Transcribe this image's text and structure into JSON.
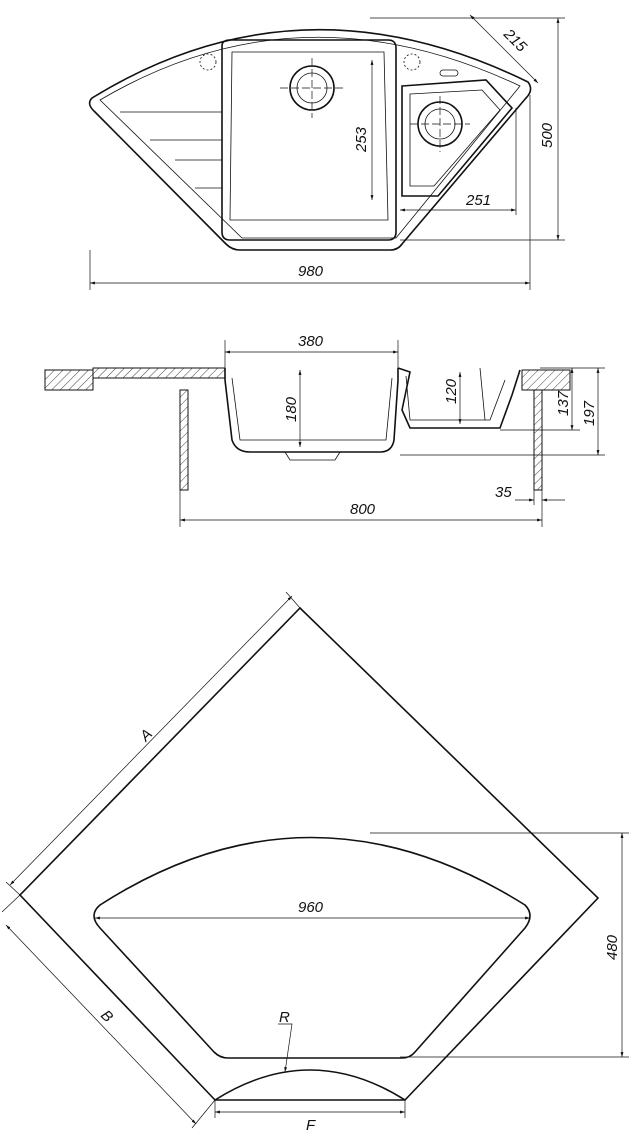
{
  "top_view": {
    "dim_width": "980",
    "dim_depth": "500",
    "dim_main_bowl": "253",
    "dim_small_bowl": "251",
    "dim_corner": "215"
  },
  "section_view": {
    "dim_bowl_width": "380",
    "dim_bowl_depth": "180",
    "dim_small_depth": "120",
    "dim_depth_137": "137",
    "dim_depth_197": "197",
    "dim_offset": "35",
    "dim_cabinet": "800"
  },
  "cutout_view": {
    "label_a": "A",
    "label_b": "B",
    "dim_cut_width": "960",
    "dim_cut_depth": "480",
    "label_r": "R",
    "label_f": "F"
  }
}
